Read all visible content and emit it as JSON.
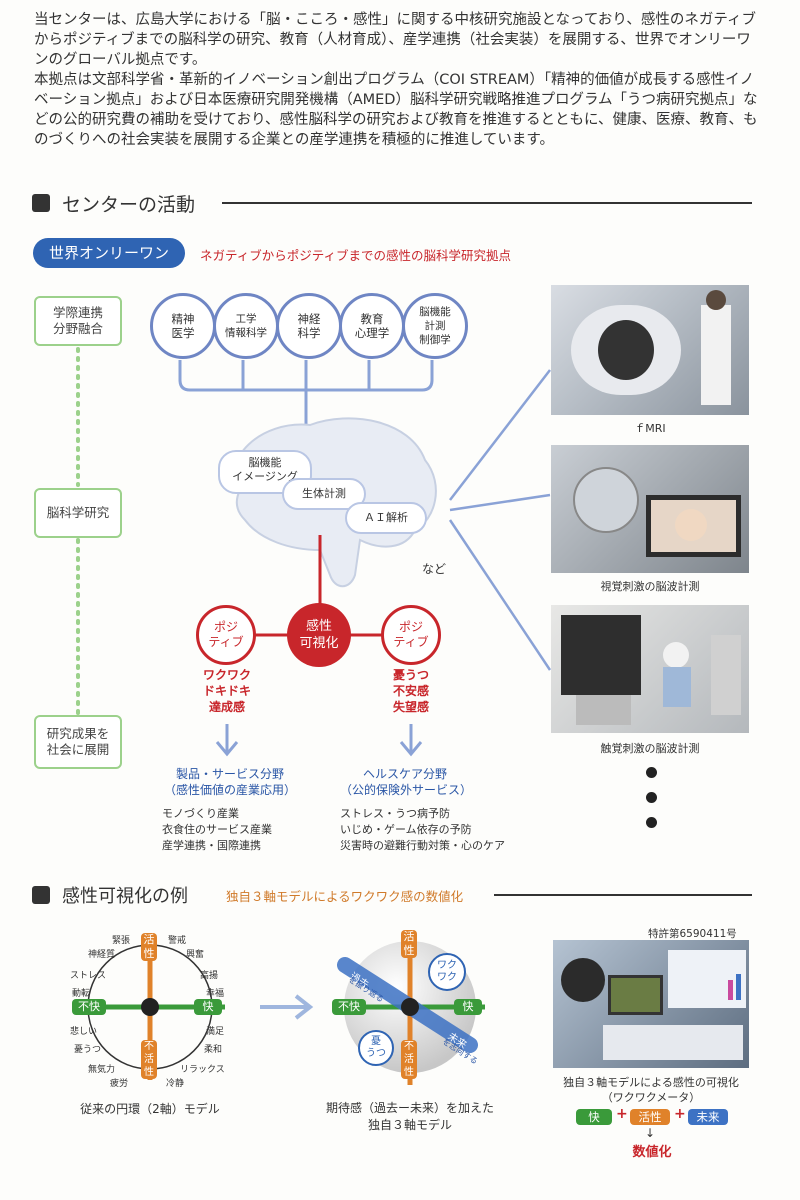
{
  "intro": {
    "p1": "当センターは、広島大学における「脳・こころ・感性」に関する中核研究施設となっており、感性のネガティブからポジティブまでの脳科学の研究、教育（人材育成）、産学連携（社会実装）を展開する、世界でオンリーワンのグローバル拠点です。",
    "p2": "本拠点は文部科学省・革新的イノベーション創出プログラム（COI STREAM）「精神的価値が成長する感性イノベーション拠点」および日本医療研究開発機構（AMED）脳科学研究戦略推進プログラム「うつ病研究拠点」などの公的研究費の補助を受けており、感性脳科学の研究および教育を推進するとともに、健康、医療、教育、ものづくりへの社会実装を展開する企業との産学連携を積極的に推進しています。"
  },
  "section1": {
    "title": "センターの活動",
    "pill": "世界オンリーワン",
    "subtitle": "ネガティブからポジティブまでの感性の脳科学研究拠点",
    "left_boxes": [
      "学際連携\n分野融合",
      "脳科学研究",
      "研究成果を\n社会に展開"
    ],
    "fields": [
      "精神\n医学",
      "工学\n情報科学",
      "神経\n科学",
      "教育\n心理学",
      "脳機能\n計測\n制御学"
    ],
    "brain_items": [
      "脳機能\nイメージング",
      "生体計測",
      "ＡＩ解析"
    ],
    "nado": "など",
    "center": "感性\n可視化",
    "left_circle": "ポジ\nティブ",
    "right_circle": "ポジ\nティブ",
    "pos_words": "ワクワク\nドキドキ\n達成感",
    "neg_words": "憂うつ\n不安感\n失望感",
    "left_field_title": "製品・サービス分野\n（感性価値の産業応用）",
    "left_field_items": "モノづくり産業\n衣食住のサービス産業\n産学連携・国際連携",
    "right_field_title": "ヘルスケア分野\n（公的保険外サービス）",
    "right_field_items": "ストレス・うつ病予防\nいじめ・ゲーム依存の予防\n災害時の避難行動対策・心のケア",
    "photo_captions": [
      "ｆMRI",
      "視覚刺激の脳波計測",
      "触覚刺激の脳波計測"
    ]
  },
  "section2": {
    "title": "感性可視化の例",
    "subtitle": "独自３軸モデルによるワクワク感の数値化",
    "model1": {
      "caption": "従来の円環（2軸）モデル",
      "top": "活\n性",
      "bottom": "不\n活\n性",
      "left": "不快",
      "right": "快",
      "words": [
        "緊張",
        "警戒",
        "神経質",
        "興奮",
        "ストレス",
        "高揚",
        "動転",
        "幸福",
        "悲しい",
        "満足",
        "憂うつ",
        "柔和",
        "無気力",
        "リラックス",
        "疲労",
        "冷静"
      ]
    },
    "model2": {
      "caption": "期待感（過去ー未来）を加えた\n独自３軸モデル",
      "top": "活\n性",
      "bottom": "不\n活\n性",
      "left": "不快",
      "right": "快",
      "past": "過去",
      "past_sub": "を振り返る",
      "future": "未来",
      "future_sub": "を志向する",
      "waku": "ワク\nワク",
      "yuu": "憂\nうつ"
    },
    "patent": "特許第6590411号",
    "photo_caption": "独自３軸モデルによる感性の可視化\n（ワクワクメータ）",
    "formula": [
      "快",
      "活性",
      "未来"
    ],
    "plus": "+",
    "arrow": "↓",
    "result": "数値化"
  },
  "colors": {
    "blue": "#2f64b3",
    "red": "#c8262b",
    "green": "#3a9a3a",
    "orange": "#e0822a",
    "lightblue": "#6f86c4"
  }
}
